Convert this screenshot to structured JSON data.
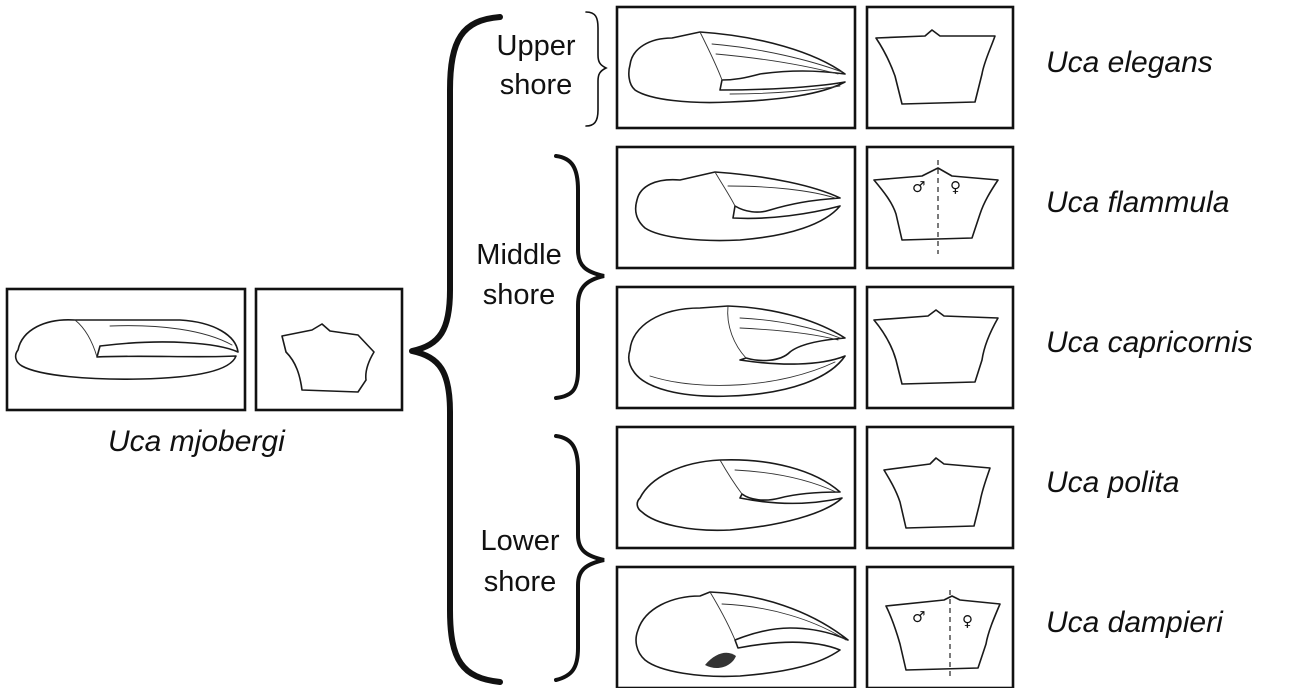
{
  "ancestor": {
    "species": "Uca mjobergi"
  },
  "zones": [
    {
      "label_line1": "Upper",
      "label_line2": "shore"
    },
    {
      "label_line1": "Middle",
      "label_line2": "shore"
    },
    {
      "label_line1": "Lower",
      "label_line2": "shore"
    }
  ],
  "species": [
    {
      "name": "Uca elegans",
      "zone": "Upper shore"
    },
    {
      "name": "Uca flammula",
      "zone": "Middle shore",
      "sex_symbols": [
        "♂",
        "♀"
      ]
    },
    {
      "name": "Uca capricornis",
      "zone": "Middle shore"
    },
    {
      "name": "Uca polita",
      "zone": "Lower shore"
    },
    {
      "name": "Uca dampieri",
      "zone": "Lower shore",
      "sex_symbols": [
        "♂",
        "♀"
      ]
    }
  ]
}
